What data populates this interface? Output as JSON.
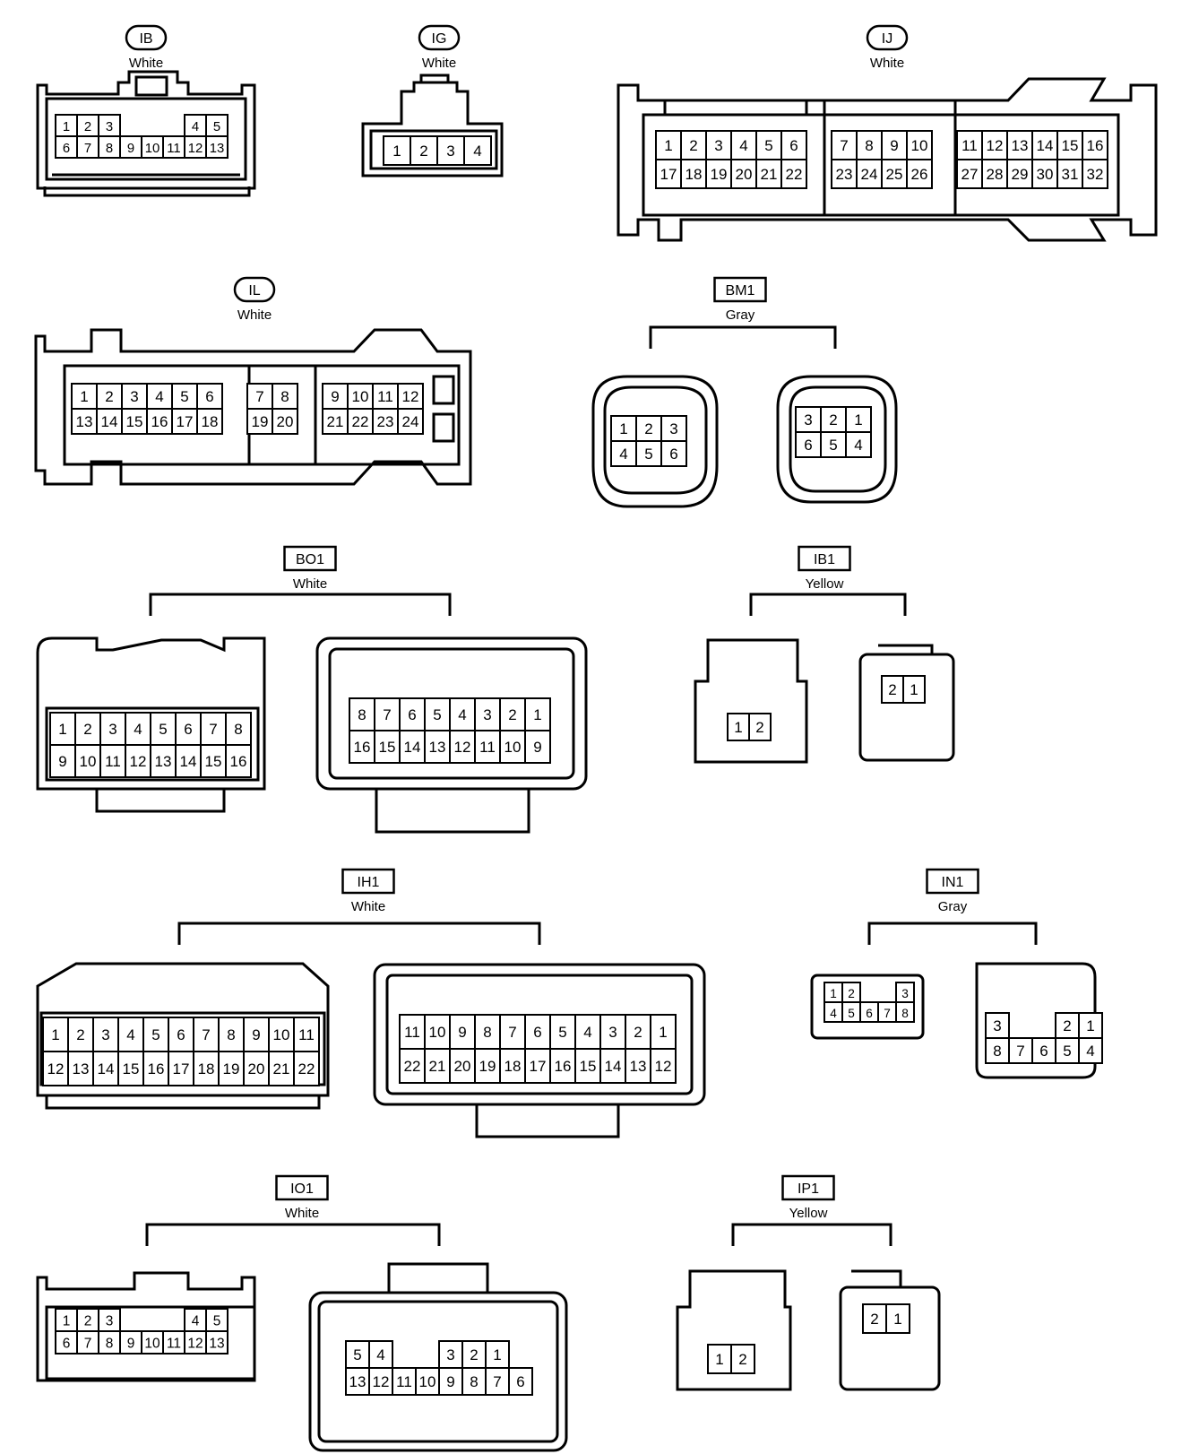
{
  "connectors": [
    {
      "id": "IB",
      "color": "White",
      "style": "oval",
      "views": [
        {
          "rows": [
            [
              "1",
              "2",
              "3",
              "",
              "",
              "",
              "4",
              "5"
            ],
            [
              "6",
              "7",
              "8",
              "9",
              "10",
              "11",
              "12",
              "13"
            ]
          ]
        }
      ]
    },
    {
      "id": "IG",
      "color": "White",
      "style": "oval",
      "views": [
        {
          "rows": [
            [
              "1",
              "2",
              "3",
              "4"
            ]
          ]
        }
      ]
    },
    {
      "id": "IJ",
      "color": "White",
      "style": "oval",
      "views": [
        {
          "rows": [
            [
              "1",
              "2",
              "3",
              "4",
              "5",
              "6",
              "",
              "7",
              "8",
              "9",
              "10",
              "",
              "11",
              "12",
              "13",
              "14",
              "15",
              "16"
            ],
            [
              "17",
              "18",
              "19",
              "20",
              "21",
              "22",
              "",
              "23",
              "24",
              "25",
              "26",
              "",
              "27",
              "28",
              "29",
              "30",
              "31",
              "32"
            ]
          ]
        }
      ]
    },
    {
      "id": "IL",
      "color": "White",
      "style": "oval",
      "views": [
        {
          "rows": [
            [
              "1",
              "2",
              "3",
              "4",
              "5",
              "6",
              "",
              "7",
              "8",
              "",
              "9",
              "10",
              "11",
              "12"
            ],
            [
              "13",
              "14",
              "15",
              "16",
              "17",
              "18",
              "",
              "19",
              "20",
              "",
              "21",
              "22",
              "23",
              "24"
            ]
          ]
        }
      ]
    },
    {
      "id": "BM1",
      "color": "Gray",
      "style": "box",
      "views": [
        {
          "rows": [
            [
              "1",
              "2",
              "3"
            ],
            [
              "4",
              "5",
              "6"
            ]
          ]
        },
        {
          "rows": [
            [
              "3",
              "2",
              "1"
            ],
            [
              "6",
              "5",
              "4"
            ]
          ]
        }
      ]
    },
    {
      "id": "BO1",
      "color": "White",
      "style": "box",
      "views": [
        {
          "rows": [
            [
              "1",
              "2",
              "3",
              "4",
              "5",
              "6",
              "7",
              "8"
            ],
            [
              "9",
              "10",
              "11",
              "12",
              "13",
              "14",
              "15",
              "16"
            ]
          ]
        },
        {
          "rows": [
            [
              "8",
              "7",
              "6",
              "5",
              "4",
              "3",
              "2",
              "1"
            ],
            [
              "16",
              "15",
              "14",
              "13",
              "12",
              "11",
              "10",
              "9"
            ]
          ]
        }
      ]
    },
    {
      "id": "IB1",
      "color": "Yellow",
      "style": "box",
      "views": [
        {
          "rows": [
            [
              "1",
              "2"
            ]
          ]
        },
        {
          "rows": [
            [
              "2",
              "1"
            ]
          ]
        }
      ]
    },
    {
      "id": "IH1",
      "color": "White",
      "style": "box",
      "views": [
        {
          "rows": [
            [
              "1",
              "2",
              "3",
              "4",
              "5",
              "6",
              "7",
              "8",
              "9",
              "10",
              "11"
            ],
            [
              "12",
              "13",
              "14",
              "15",
              "16",
              "17",
              "18",
              "19",
              "20",
              "21",
              "22"
            ]
          ]
        },
        {
          "rows": [
            [
              "11",
              "10",
              "9",
              "8",
              "7",
              "6",
              "5",
              "4",
              "3",
              "2",
              "1"
            ],
            [
              "22",
              "21",
              "20",
              "19",
              "18",
              "17",
              "16",
              "15",
              "14",
              "13",
              "12"
            ]
          ]
        }
      ]
    },
    {
      "id": "IN1",
      "color": "Gray",
      "style": "box",
      "views": [
        {
          "rows": [
            [
              "1",
              "2",
              "",
              "",
              "3"
            ],
            [
              "4",
              "5",
              "6",
              "7",
              "8"
            ]
          ]
        },
        {
          "rows": [
            [
              "3",
              "",
              "",
              "2",
              "1"
            ],
            [
              "8",
              "7",
              "6",
              "5",
              "4"
            ]
          ]
        }
      ]
    },
    {
      "id": "IO1",
      "color": "White",
      "style": "box",
      "views": [
        {
          "rows": [
            [
              "1",
              "2",
              "3",
              "",
              "",
              "",
              "4",
              "5"
            ],
            [
              "6",
              "7",
              "8",
              "9",
              "10",
              "11",
              "12",
              "13"
            ]
          ]
        },
        {
          "rows": [
            [
              "5",
              "4",
              "",
              "",
              "3",
              "2",
              "1"
            ],
            [
              "13",
              "12",
              "11",
              "10",
              "9",
              "8",
              "7",
              "6"
            ]
          ]
        }
      ]
    },
    {
      "id": "IP1",
      "color": "Yellow",
      "style": "box",
      "views": [
        {
          "rows": [
            [
              "1",
              "2"
            ]
          ]
        },
        {
          "rows": [
            [
              "2",
              "1"
            ]
          ]
        }
      ]
    }
  ]
}
